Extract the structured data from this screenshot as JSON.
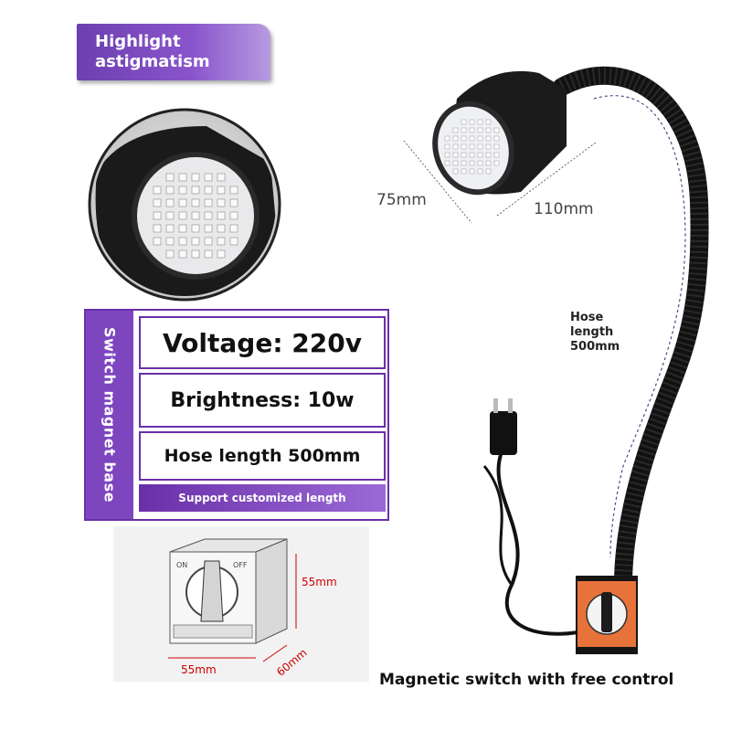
{
  "tag": {
    "line1": "Highlight",
    "line2": "astigmatism"
  },
  "spec": {
    "side_label": "Switch magnet base",
    "rows": [
      "Voltage: 220v",
      "Brightness: 10w",
      "Hose length 500mm"
    ],
    "footer": "Support customized length"
  },
  "dimensions": {
    "head_diameter": "75mm",
    "head_length": "110mm",
    "hose": [
      "Hose",
      "length",
      "500mm"
    ],
    "base_height": "55mm",
    "base_width": "55mm",
    "base_depth": "60mm"
  },
  "switch_labels": {
    "on": "ON",
    "off": "OFF"
  },
  "caption": "Magnetic switch with free control",
  "colors": {
    "accent": "#7d46bf",
    "accent_dark": "#6a2fa8",
    "base_orange": "#e8733a"
  }
}
